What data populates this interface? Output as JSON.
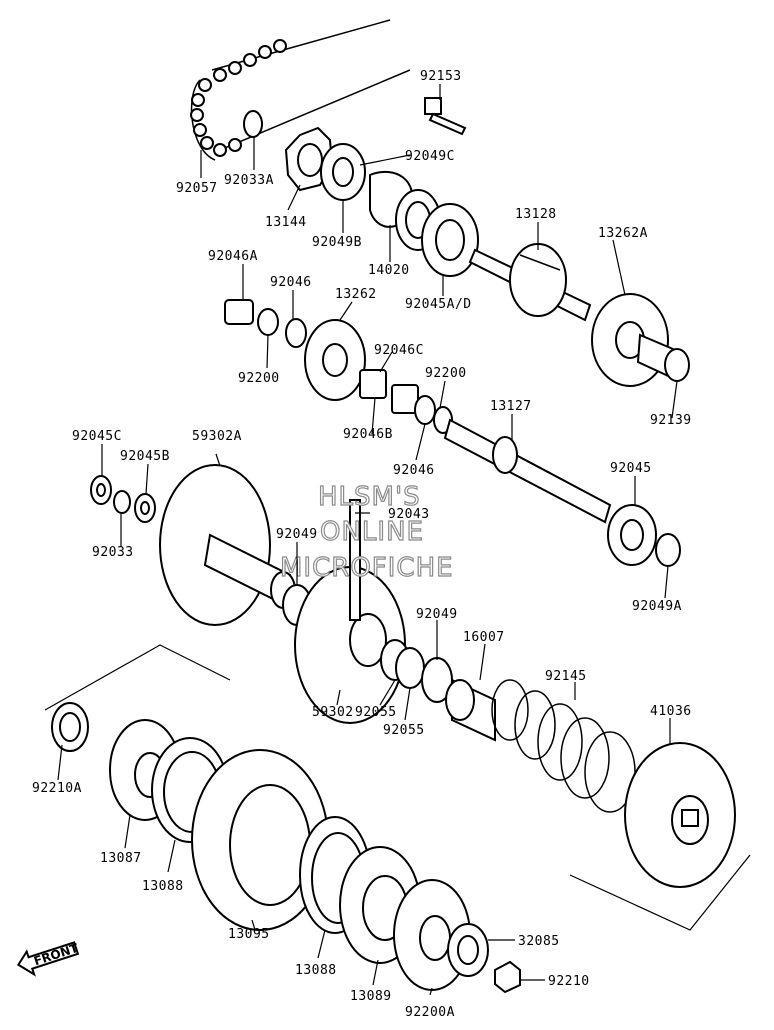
{
  "watermark": [
    "HLSM'S",
    "ONLINE",
    "MICROFICHE"
  ],
  "front_label": "FRONT",
  "parts": {
    "p92153": "92153",
    "p92057": "92057",
    "p92033A": "92033A",
    "p13144": "13144",
    "p92049C": "92049C",
    "p92049B": "92049B",
    "p14020": "14020",
    "p13128": "13128",
    "p92045AD": "92045A/D",
    "p13262A": "13262A",
    "p92046A": "92046A",
    "p92046": "92046",
    "p13262": "13262",
    "p92200": "92200",
    "p92046C": "92046C",
    "p92200b": "92200",
    "p92046B": "92046B",
    "p13127": "13127",
    "p92139": "92139",
    "p92045C": "92045C",
    "p59302A": "59302A",
    "p92045B": "92045B",
    "p92046b": "92046",
    "p92045": "92045",
    "p92043": "92043",
    "p92049": "92049",
    "p92033": "92033",
    "p92049A": "92049A",
    "p92049b": "92049",
    "p16007": "16007",
    "p92145": "92145",
    "p59302": "59302",
    "p92055a": "92055",
    "p92055b": "92055",
    "p41036": "41036",
    "p92210A": "92210A",
    "p13087": "13087",
    "p13088a": "13088",
    "p13095": "13095",
    "p13088b": "13088",
    "p13089": "13089",
    "p32085": "32085",
    "p92210": "92210",
    "p92200A": "92200A"
  }
}
